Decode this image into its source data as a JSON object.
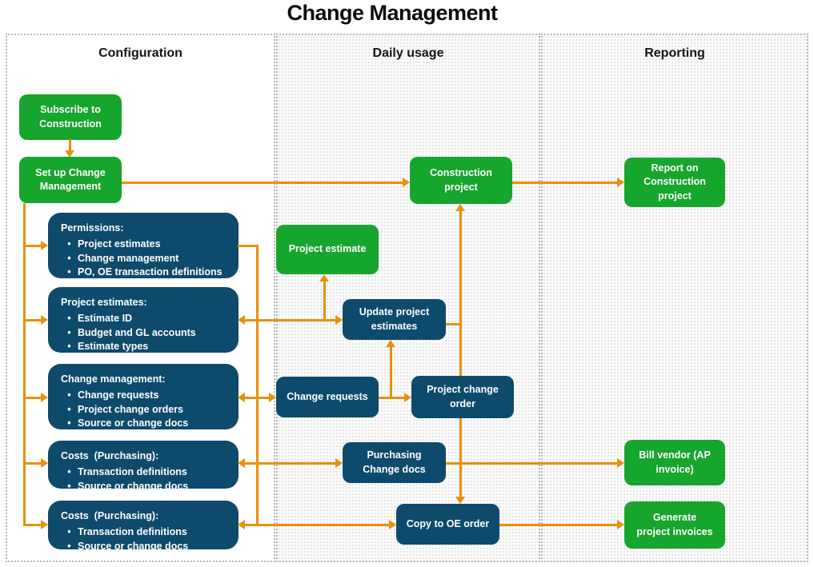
{
  "title": "Change Management",
  "colors": {
    "green": "#16a52d",
    "blue": "#0e4a6b",
    "orange": "#e8910d"
  },
  "glyphs": {
    "bullet": "•"
  },
  "columns": [
    {
      "label": "Configuration"
    },
    {
      "label": "Daily usage"
    },
    {
      "label": "Reporting"
    }
  ],
  "config": {
    "subscribe": "Subscribe to Construction",
    "setup": "Set up Change Management",
    "permissions": {
      "title": "Permissions:",
      "bullets": [
        "Project estimates",
        "Change management",
        "PO, OE transaction definitions"
      ]
    },
    "project_estimates": {
      "title": "Project estimates:",
      "bullets": [
        "Estimate ID",
        "Budget and GL accounts",
        "Estimate types"
      ]
    },
    "change_management": {
      "title": "Change management:",
      "bullets": [
        "Change requests",
        "Project change orders",
        "Source or change docs"
      ]
    },
    "costs1": {
      "title": "Costs  (Purchasing):",
      "bullets": [
        "Transaction definitions",
        "Source or change docs"
      ]
    },
    "costs2": {
      "title": "Costs  (Purchasing):",
      "bullets": [
        "Transaction definitions",
        "Source or change docs"
      ]
    }
  },
  "daily": {
    "construction_project": "Construction project",
    "project_estimate": "Project estimate",
    "update_project_estimates": "Update project estimates",
    "change_requests": "Change requests",
    "project_change_order": "Project change order",
    "purchasing_change_docs": "Purchasing Change docs",
    "copy_to_oe_order": "Copy to OE order"
  },
  "reporting": {
    "report_on_construction": "Report on Construction project",
    "bill_vendor": "Bill vendor (AP invoice)",
    "generate_invoices": "Generate project invoices"
  }
}
